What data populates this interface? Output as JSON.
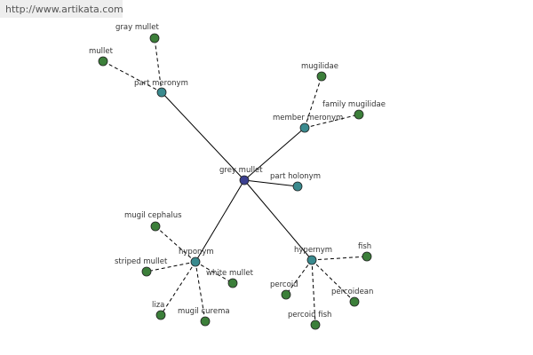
{
  "header": {
    "url": "http://www.artikata.com"
  },
  "colors": {
    "root": "#3b3f8f",
    "relation": "#3a8a8e",
    "term": "#3c7f3a",
    "edge": "#000000"
  },
  "graph": {
    "root": "grey mullet",
    "relations": [
      {
        "id": "part-meronym",
        "label": "part meronym"
      },
      {
        "id": "member-meronym",
        "label": "member meronym"
      },
      {
        "id": "part-holonym",
        "label": "part holonym"
      },
      {
        "id": "hyponym",
        "label": "hyponym"
      },
      {
        "id": "hypernym",
        "label": "hypernym"
      }
    ],
    "terms": [
      {
        "id": "gray-mullet",
        "label": "gray mullet",
        "relation": "part-meronym"
      },
      {
        "id": "mullet",
        "label": "mullet",
        "relation": "part-meronym"
      },
      {
        "id": "mugilidae",
        "label": "mugilidae",
        "relation": "member-meronym"
      },
      {
        "id": "family-mugilidae",
        "label": "family mugilidae",
        "relation": "member-meronym"
      },
      {
        "id": "mugil-cephalus",
        "label": "mugil cephalus",
        "relation": "hyponym"
      },
      {
        "id": "striped-mullet",
        "label": "striped mullet",
        "relation": "hyponym"
      },
      {
        "id": "white-mullet",
        "label": "white mullet",
        "relation": "hyponym"
      },
      {
        "id": "liza",
        "label": "liza",
        "relation": "hyponym"
      },
      {
        "id": "mugil-curema",
        "label": "mugil curema",
        "relation": "hyponym"
      },
      {
        "id": "fish",
        "label": "fish",
        "relation": "hypernym"
      },
      {
        "id": "percoid",
        "label": "percoid",
        "relation": "hypernym"
      },
      {
        "id": "percoidean",
        "label": "percoidean",
        "relation": "hypernym"
      },
      {
        "id": "percoid-fish",
        "label": "percoid fish",
        "relation": "hypernym"
      }
    ]
  }
}
